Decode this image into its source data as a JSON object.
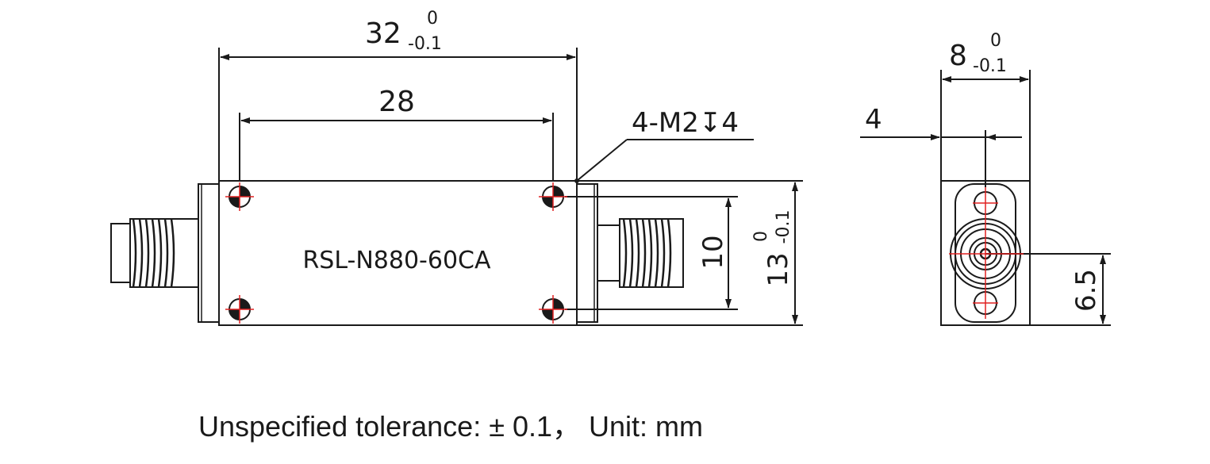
{
  "part_number": "RSL-N880-60CA",
  "dimensions": {
    "overall_length": {
      "value": "32",
      "upper": "0",
      "lower": "-0.1"
    },
    "hole_spacing_x": "28",
    "mounting_holes": "4-M2↧4",
    "hole_spacing_y": "10",
    "body_height": {
      "value": "13",
      "upper": "0",
      "lower": "-0.1"
    },
    "side_width": {
      "value": "8",
      "upper": "0",
      "lower": "-0.1"
    },
    "connector_offset": "4",
    "connector_height": "6.5"
  },
  "note": "Unspecified tolerance:  ± 0.1， Unit: mm",
  "colors": {
    "line": "#1a1a1a",
    "centerline": "#e02020",
    "background": "#ffffff"
  }
}
